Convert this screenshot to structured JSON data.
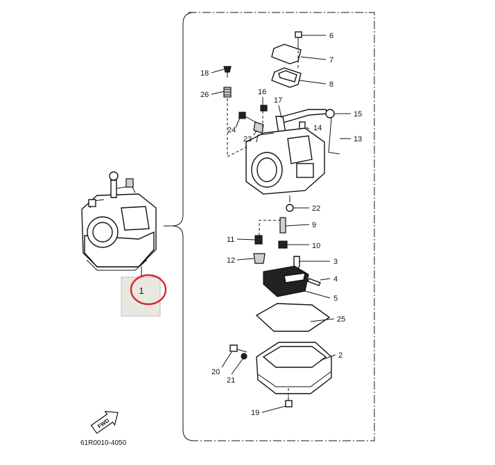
{
  "diagram": {
    "drawing_code": "61R0010-4050",
    "fwd_label": "FWD",
    "assembly_label": "1",
    "callouts": [
      "6",
      "7",
      "8",
      "18",
      "26",
      "16",
      "17",
      "15",
      "14",
      "13",
      "24",
      "23",
      "22",
      "9",
      "11",
      "10",
      "12",
      "3",
      "4",
      "5",
      "25",
      "2",
      "20",
      "21",
      "19"
    ],
    "highlight_color": "#d9262b",
    "box_fill": "#e8e8e0"
  }
}
